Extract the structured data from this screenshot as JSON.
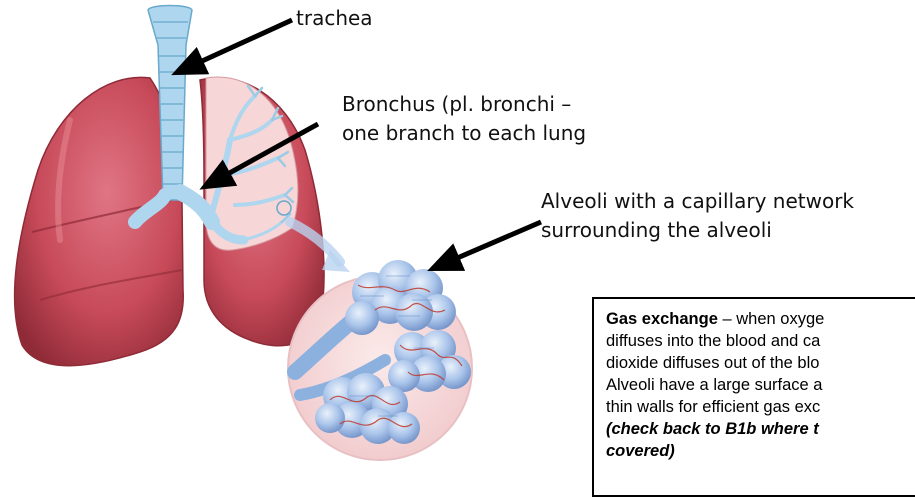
{
  "labels": {
    "trachea": "trachea",
    "bronchus_line1": "Bronchus (pl. bronchi –",
    "bronchus_line2": "one branch to each lung",
    "alveoli_line1": "Alveoli with a capillary network",
    "alveoli_line2": "surrounding the alveoli"
  },
  "info_box": {
    "term": "Gas exchange",
    "line1_rest": " – when oxyge",
    "line2": "diffuses into the blood and ca",
    "line3": "dioxide diffuses out of the blo",
    "line4": "Alveoli have a large surface a",
    "line5": "thin walls for efficient gas exc",
    "line6": "(check back to B1b where t",
    "line7": "covered)"
  },
  "colors": {
    "lung": "#c74a59",
    "lung_dark": "#9c2f3d",
    "lung_light": "#e27c88",
    "cut_surface": "#f6d6d6",
    "airway": "#aed6ee",
    "airway_outline": "#6aa8cc",
    "alveoli": "#aec9ec",
    "capillary": "#c0392b",
    "arrow": "#000000"
  }
}
